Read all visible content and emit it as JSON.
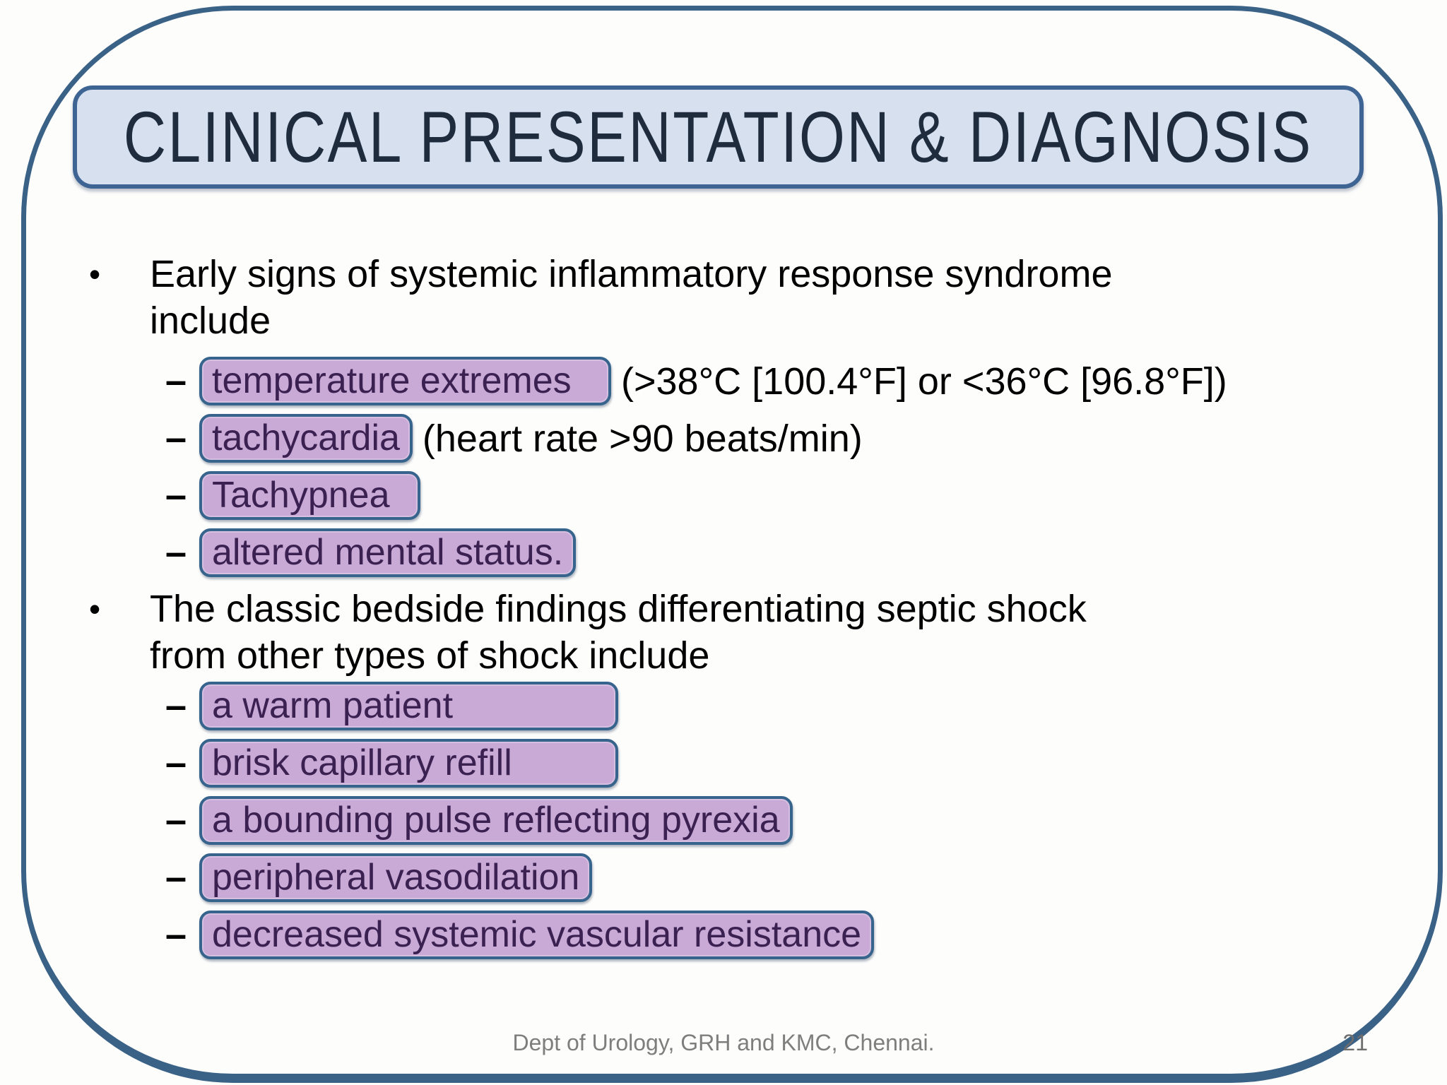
{
  "slide": {
    "title": "CLINICAL PRESENTATION & DIAGNOSIS",
    "bullet_glyph": "•",
    "dash_glyph": "–",
    "bullets": [
      {
        "text": "Early signs of systemic inflammatory response syndrome include",
        "lines": [
          "Early signs of systemic inflammatory response syndrome",
          "include"
        ],
        "items": [
          {
            "highlight": "temperature extremes",
            "detail": "(>38°C [100.4°F] or <36°C [96.8°F])"
          },
          {
            "highlight": "tachycardia",
            "detail": "(heart rate >90 beats/min)"
          },
          {
            "highlight": "Tachypnea",
            "detail": ""
          },
          {
            "highlight": "altered mental status.",
            "detail": ""
          }
        ]
      },
      {
        "text": "The classic bedside findings differentiating septic shock from other types of shock include",
        "lines": [
          "The classic bedside findings differentiating septic shock",
          "from other types of shock include"
        ],
        "items": [
          {
            "highlight": "a warm patient",
            "detail": ""
          },
          {
            "highlight": "brisk capillary refill",
            "detail": ""
          },
          {
            "highlight": "a bounding pulse reflecting pyrexia",
            "detail": ""
          },
          {
            "highlight": "peripheral vasodilation",
            "detail": ""
          },
          {
            "highlight": "decreased systemic vascular resistance",
            "detail": ""
          }
        ]
      }
    ],
    "footer": "Dept of Urology, GRH and KMC, Chennai.",
    "page_number": "21",
    "colors": {
      "frame_border": "#3a6186",
      "title_fill": "#d7e0ef",
      "title_border": "#3d6493",
      "title_text": "#1e2c3d",
      "body_text": "#010101",
      "highlight_fill": "#c9aad6",
      "highlight_border": "#37648c",
      "highlight_text": "#3b2151",
      "footer_text": "#7e7e7e"
    }
  }
}
